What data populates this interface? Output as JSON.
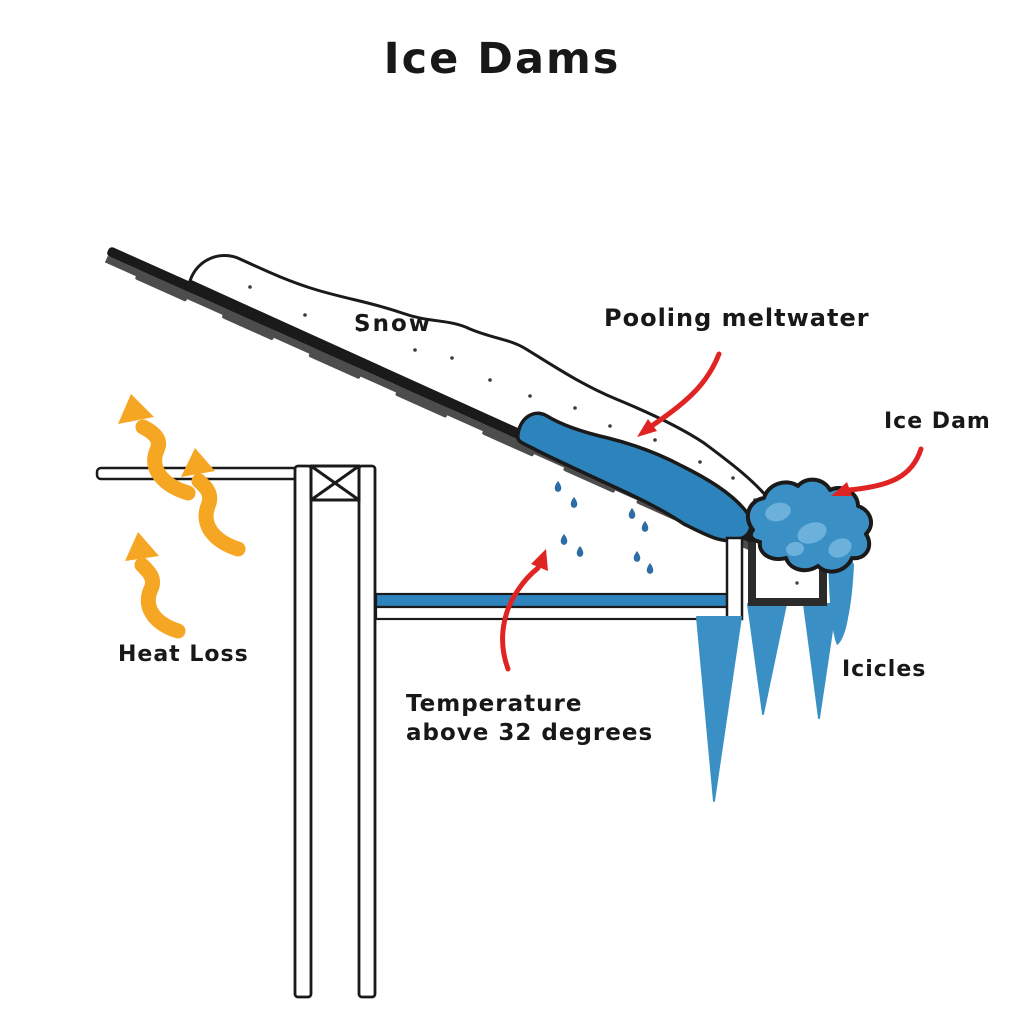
{
  "title": "Ice Dams",
  "labels": {
    "snow": "Snow",
    "pooling_meltwater": "Pooling meltwater",
    "ice_dam": "Ice Dam",
    "heat_loss": "Heat Loss",
    "icicles": "Icicles",
    "temperature": "Temperature above 32 degrees"
  },
  "colors": {
    "background": "#ffffff",
    "line_black": "#1a1a1a",
    "shingle_gray": "#4d4d4d",
    "water_blue": "#2d84bd",
    "ice_blue": "#3a90c4",
    "ice_light": "#72b5de",
    "drop_blue": "#2e6da4",
    "heat_orange": "#f5a623",
    "arrow_red": "#e02424"
  }
}
